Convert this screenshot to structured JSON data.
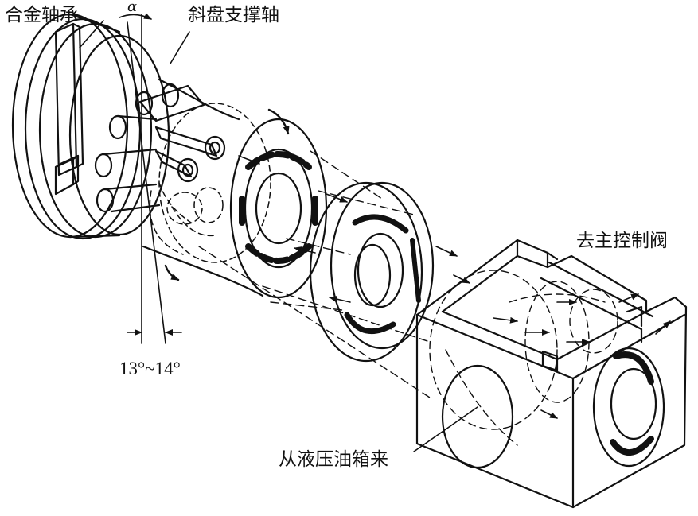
{
  "labels": {
    "alloy_bearing": "合金轴承",
    "swashplate_shaft": "斜盘支撑轴",
    "to_main_valve": "去主控制阀",
    "from_tank": "从液压油箱来",
    "angle_range": "13°~14°",
    "alpha": "α"
  },
  "colors": {
    "ink": "#111111",
    "background": "#ffffff"
  }
}
